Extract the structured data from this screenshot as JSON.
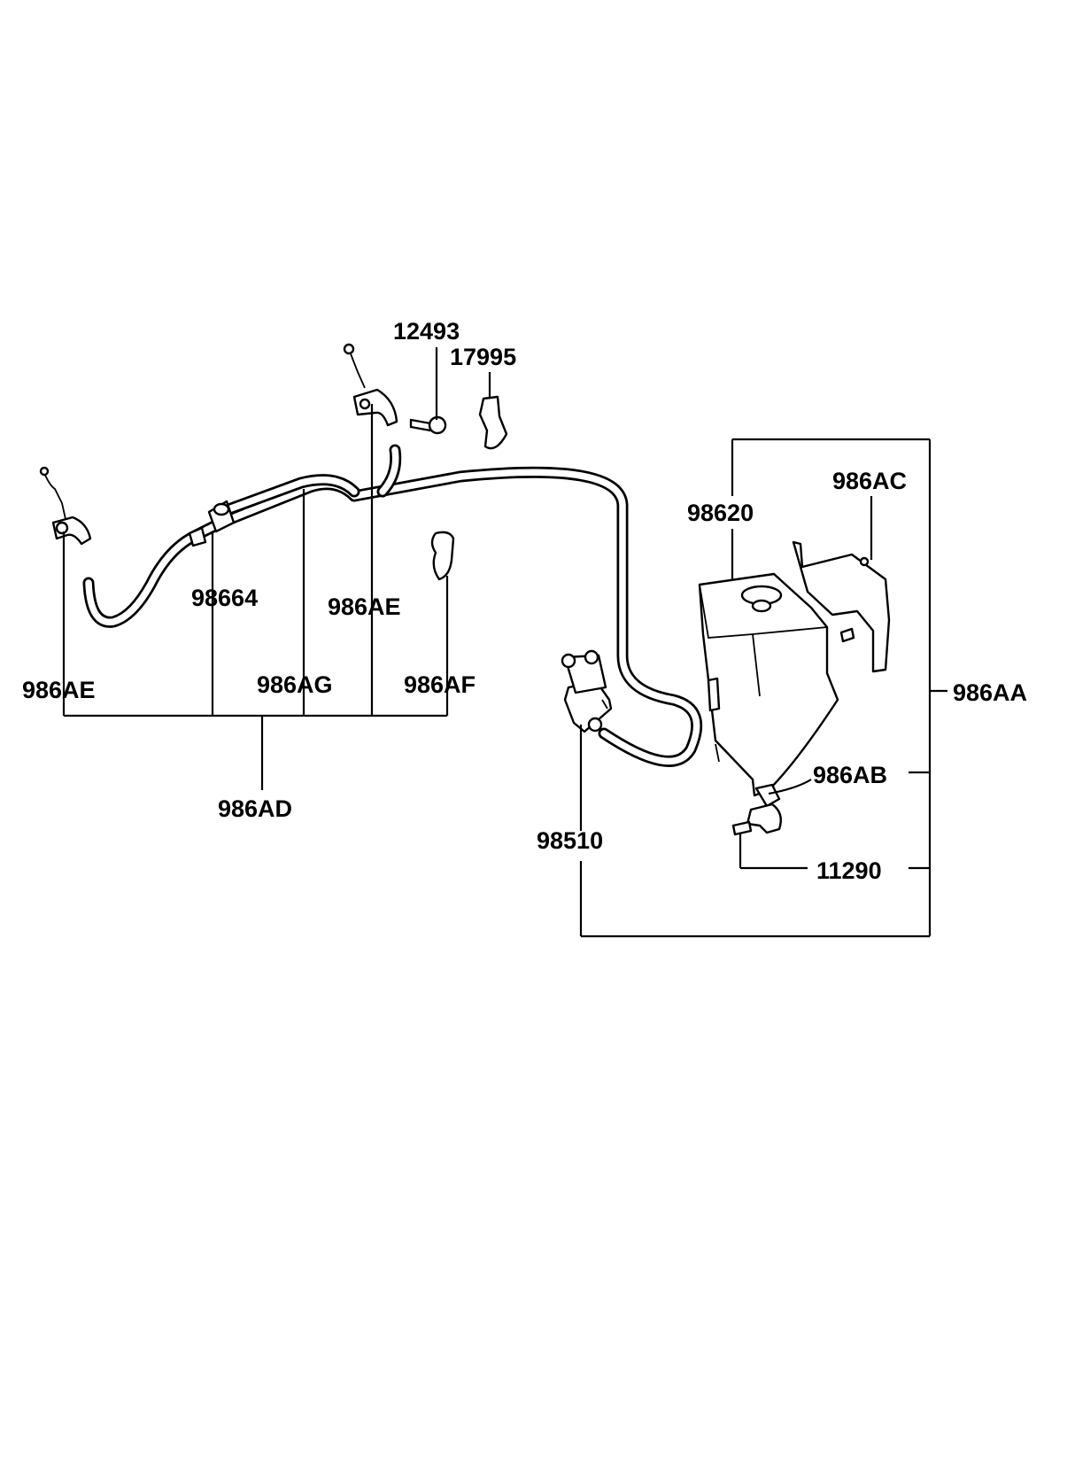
{
  "labels": {
    "p12493": "12493",
    "p17995": "17995",
    "p98620": "98620",
    "p986AC": "986AC",
    "p98664": "98664",
    "p986AE_upper": "986AE",
    "p986AE_left": "986AE",
    "p986AG": "986AG",
    "p986AF": "986AF",
    "p986AD": "986AD",
    "p986AA": "986AA",
    "p986AB": "986AB",
    "p98510": "98510",
    "p11290": "11290"
  },
  "colors": {
    "line": "#000000",
    "background": "#ffffff"
  }
}
